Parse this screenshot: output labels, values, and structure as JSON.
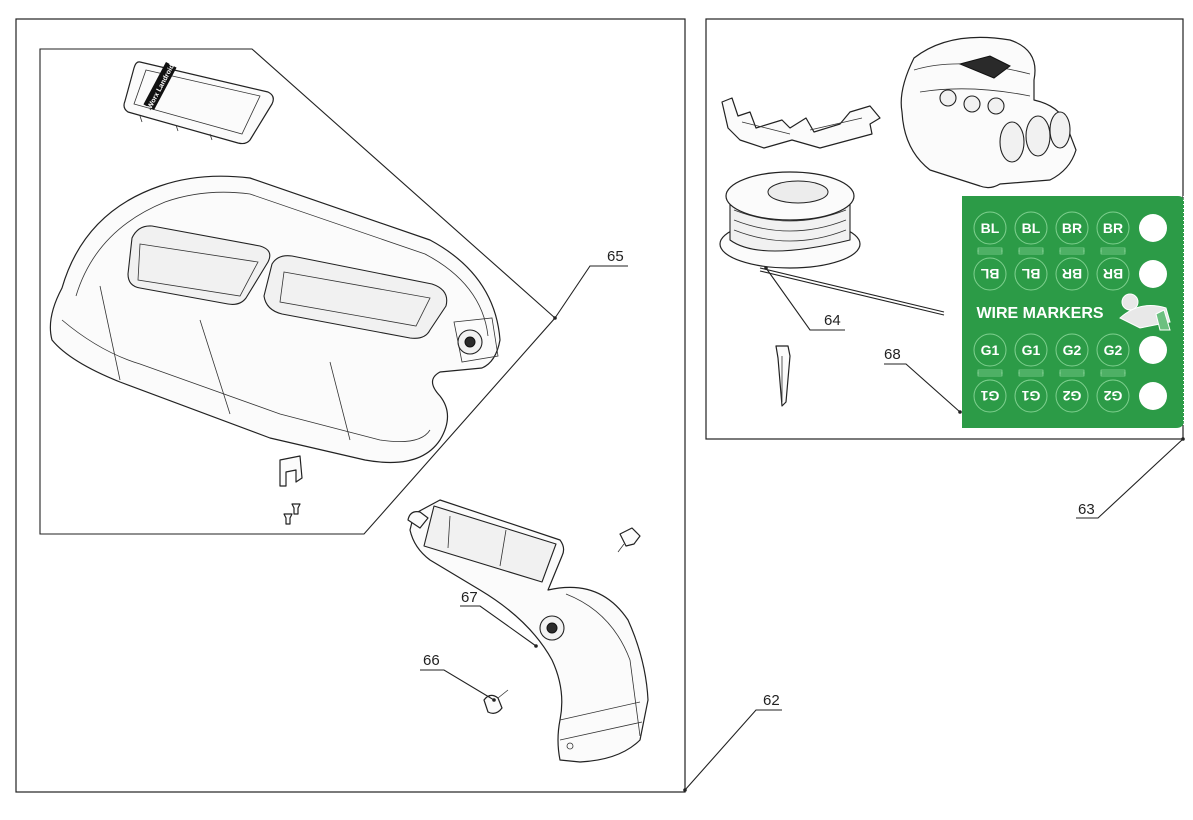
{
  "callouts": {
    "c62": "62",
    "c63": "63",
    "c64": "64",
    "c65": "65",
    "c66": "66",
    "c67": "67",
    "c68": "68"
  },
  "cover_logo_text": "Worx Landroid",
  "wire_markers": {
    "title": "WIRE MARKERS",
    "background_color": "#2c9b47",
    "row1": [
      "BL",
      "BL",
      "BR",
      "BR"
    ],
    "row2": [
      "BL",
      "BL",
      "BR",
      "BR"
    ],
    "row3": [
      "G1",
      "G1",
      "G2",
      "G2"
    ],
    "row4": [
      "G1",
      "G1",
      "G2",
      "G2"
    ]
  },
  "icons": {
    "cover_top": "top-cover-icon",
    "cover_flap": "display-flap-icon",
    "clip": "clip-icon",
    "screws": "screw-icon",
    "handle": "handle-icon",
    "wire_spool": "wire-spool-icon",
    "connector": "wire-connector-icon",
    "terminal": "terminal-icon",
    "peg": "peg-icon"
  }
}
